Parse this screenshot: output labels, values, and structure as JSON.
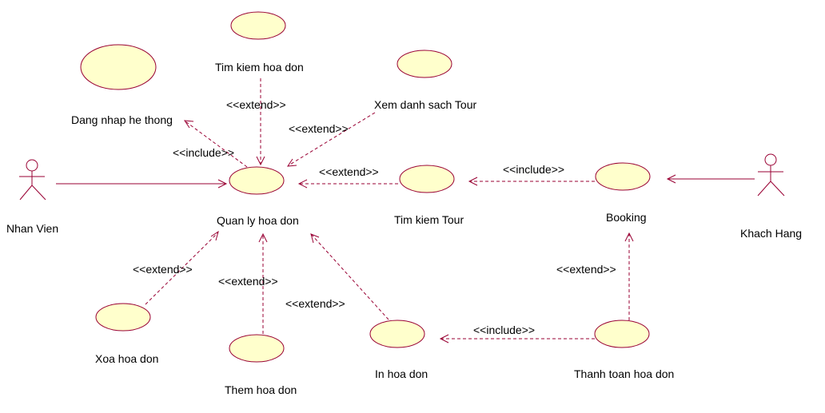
{
  "actors": {
    "nhan_vien": "Nhan Vien",
    "khach_hang": "Khach Hang"
  },
  "use_cases": {
    "quan_ly_hoa_don": "Quan ly hoa don",
    "tim_kiem_hoa_don": "Tim kiem hoa don",
    "dang_nhap_he_thong": "Dang nhap he thong",
    "xem_danh_sach_tour": "Xem danh sach Tour",
    "tim_kiem_tour": "Tim kiem Tour",
    "booking": "Booking",
    "xoa_hoa_don": "Xoa hoa don",
    "them_hoa_don": "Them hoa don",
    "in_hoa_don": "In hoa don",
    "thanh_toan_hoa_don": "Thanh toan hoa don"
  },
  "stereotypes": {
    "include": "<<include>>",
    "extend": "<<extend>>"
  },
  "colors": {
    "line": "#990033",
    "use_case_fill": "#ffffcc"
  }
}
